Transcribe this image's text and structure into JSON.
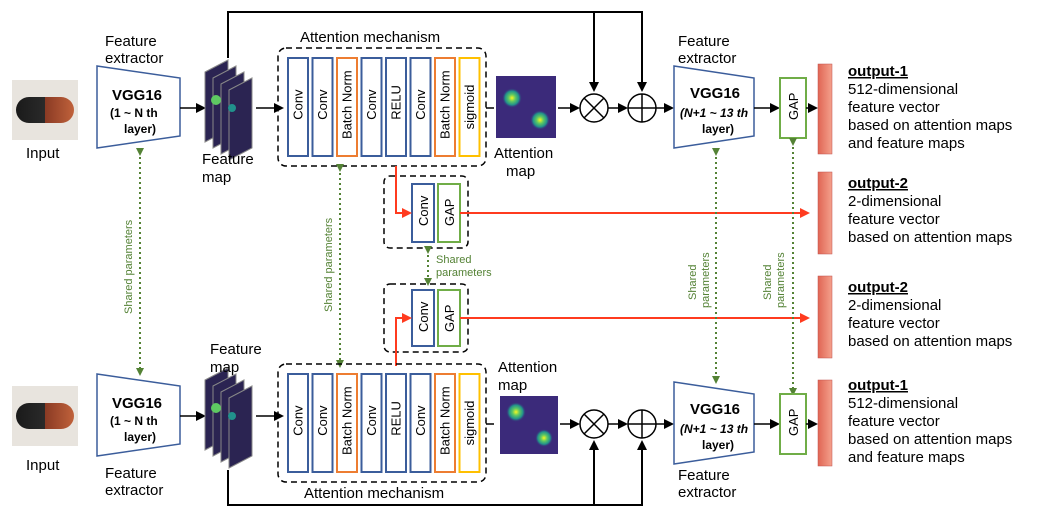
{
  "input_label": "Input",
  "feature_extractor_label": [
    "Feature",
    "extractor"
  ],
  "feature_map_label": [
    "Feature",
    "map"
  ],
  "attention_map_label": [
    "Attention",
    "map"
  ],
  "attention_mechanism_label": "Attention mechanism",
  "vgg_front": {
    "title": "VGG16",
    "line2": "(1 ~ N th",
    "line3": "layer)"
  },
  "vgg_back": {
    "title": "VGG16",
    "line2": "(N+1 ~ 13 th",
    "line3": "layer)"
  },
  "blocks": [
    "Conv",
    "Conv",
    "Batch Norm",
    "Conv",
    "RELU",
    "Conv",
    "Batch Norm",
    "sigmoid"
  ],
  "branch_blocks": [
    "Conv",
    "GAP"
  ],
  "gap_label": "GAP",
  "shared_parameters": "Shared parameters",
  "shared_parameters_lines": [
    "Shared",
    "parameters"
  ],
  "outputs": {
    "o1_top": {
      "title": "output-1",
      "lines": [
        "512-dimensional",
        "feature vector",
        "based on attention maps",
        "and feature maps"
      ]
    },
    "o2_top": {
      "title": "output-2",
      "lines": [
        "2-dimensional",
        "feature vector",
        "based on attention maps"
      ]
    },
    "o2_bot": {
      "title": "output-2",
      "lines": [
        "2-dimensional",
        "feature vector",
        "based on attention maps"
      ]
    },
    "o1_bot": {
      "title": "output-1",
      "lines": [
        "512-dimensional",
        "feature vector",
        "based on attention maps",
        "and feature maps"
      ]
    }
  },
  "colors": {
    "conv": "#3b5d9b",
    "batchnorm": "#ed7d31",
    "relu": "#3b5d9b",
    "sigmoid": "#ffc000",
    "gap": "#70ad47",
    "shared": "#548235",
    "arrow_red": "#ff3b1f",
    "output_bar": "#f08070"
  }
}
